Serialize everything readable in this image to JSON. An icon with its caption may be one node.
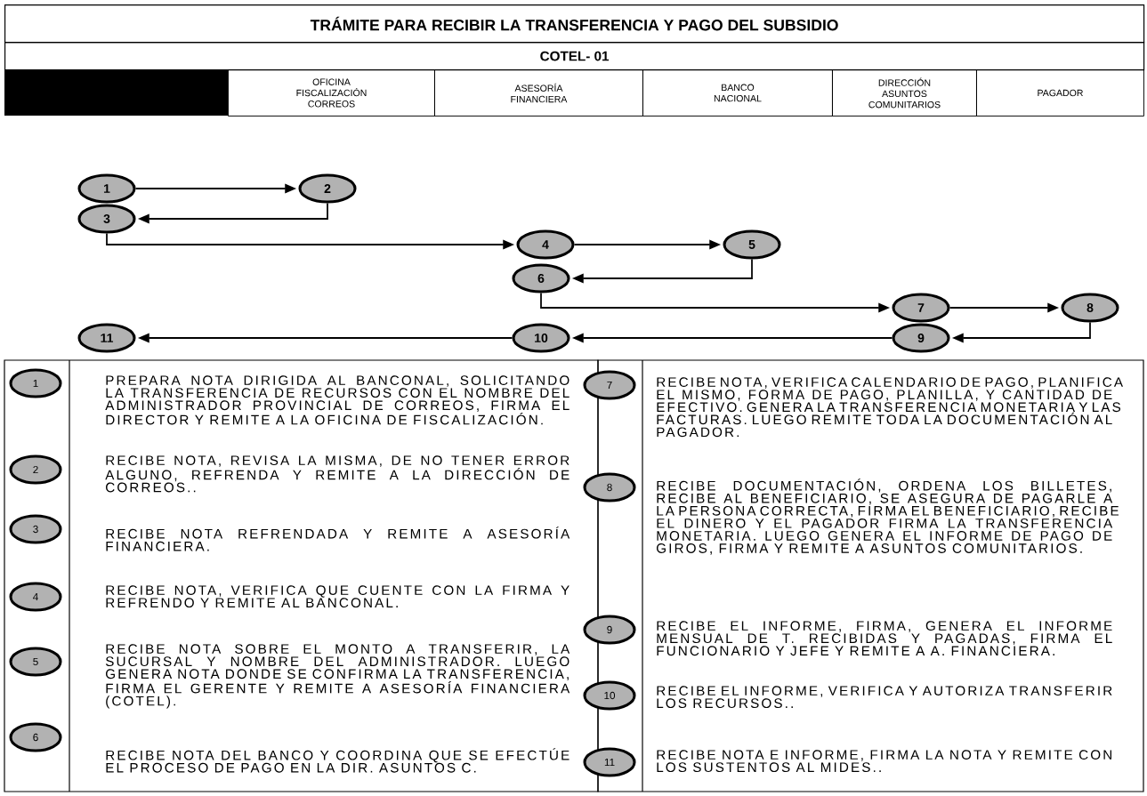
{
  "diagram": {
    "title": "TRÁMITE PARA RECIBIR LA TRANSFERENCIA Y PAGO DEL SUBSIDIO",
    "nodes": [
      {
        "text": [
          "1"
        ]
      },
      {
        "text": [
          "2"
        ]
      },
      {
        "text": [
          "3"
        ]
      },
      {
        "text": [
          "4"
        ]
      },
      {
        "text": [
          "5"
        ]
      },
      {
        "text": [
          "6"
        ]
      },
      {
        "text": [
          "7"
        ]
      },
      {
        "text": [
          "8"
        ]
      },
      {
        "text": [
          "9"
        ]
      },
      {
        "text": [
          "10"
        ]
      },
      {
        "text": [
          "11"
        ]
      },
      {
        "text": [
          "1"
        ]
      },
      {
        "text": [
          "2"
        ]
      },
      {
        "text": [
          "3"
        ]
      },
      {
        "text": [
          "4"
        ]
      },
      {
        "text": [
          "5"
        ]
      },
      {
        "text": [
          "6"
        ]
      },
      {
        "text": [
          "7"
        ]
      },
      {
        "text": [
          "8"
        ]
      },
      {
        "text": [
          "9"
        ]
      },
      {
        "text": [
          "10"
        ]
      },
      {
        "text": [
          "11"
        ]
      }
    ],
    "edges": [
      {
        "from": 0,
        "to": 1,
        "arrow": "to"
      },
      {
        "from": 1,
        "to": 2,
        "arrow": "to"
      },
      {
        "from": 2,
        "to": 3,
        "arrow": "to"
      },
      {
        "from": 3,
        "to": 4,
        "arrow": "to"
      },
      {
        "from": 4,
        "to": 5,
        "arrow": "to"
      },
      {
        "from": 5,
        "to": 6,
        "arrow": "to"
      },
      {
        "from": 6,
        "to": 7,
        "arrow": "to"
      },
      {
        "from": 7,
        "to": 8,
        "arrow": "to"
      },
      {
        "from": 8,
        "to": 9,
        "arrow": "to"
      },
      {
        "from": 9,
        "to": 10,
        "arrow": "to"
      }
    ],
    "labels": [
      "COTEL- 01",
      "OFICINA FISCALIZACIÓN CORREOS",
      "ASESORÍA FINANCIERA",
      "BANCO NACIONAL",
      "DIRECCIÓN ASUNTOS COMUNITARIOS",
      "PAGADOR",
      "PREPARA NOTA DIRIGIDA AL BANCONAL, SOLICITANDO LA TRANSFERENCIA DE RECURSOS CON EL NOMBRE DEL ADMINISTRADOR PROVINCIAL DE CORREOS, FIRMA EL DIRECTOR Y REMITE A LA OFICINA DE FISCALIZACIÓN.",
      "RECIBE NOTA, REVISA LA MISMA, DE NO TENER ERROR ALGUNO, REFRENDA Y REMITE A LA DIRECCIÓN DE CORREOS..",
      "RECIBE NOTA REFRENDADA Y REMITE A ASESORÍA FINANCIERA.",
      "RECIBE NOTA, VERIFICA QUE CUENTE CON LA FIRMA Y REFRENDO Y REMITE AL BANCONAL.",
      "RECIBE NOTA SOBRE EL MONTO A TRANSFERIR, LA SUCURSAL Y NOMBRE DEL ADMINISTRADOR. LUEGO GENERA NOTA DONDE SE CONFIRMA LA TRANSFERENCIA, FIRMA EL GERENTE Y REMITE A ASESORÍA FINANCIERA (COTEL).",
      "RECIBE NOTA DEL BANCO Y COORDINA QUE SE EFECTÚE EL PROCESO DE PAGO EN LA DIR. ASUNTOS C.",
      "RECIBE NOTA, VERIFICA CALENDARIO DE PAGO, PLANIFICA EL MISMO, FORMA DE PAGO, PLANILLA, Y CANTIDAD DE EFECTIVO. GENERA LA TRANSFERENCIA MONETARIA Y LAS FACTURAS. LUEGO REMITE TODA LA DOCUMENTACIÓN AL PAGADOR.",
      "RECIBE DOCUMENTACIÓN, ORDENA LOS BILLETES, RECIBE AL BENEFICIARIO, SE ASEGURA DE PAGARLE A LA PERSONA CORRECTA, FIRMA EL BENEFICIARIO, RECIBE EL DINERO Y EL PAGADOR FIRMA LA TRANSFERENCIA MONETARIA. LUEGO GENERA EL INFORME DE PAGO DE GIROS, FIRMA Y REMITE A ASUNTOS COMUNITARIOS.",
      "RECIBE EL INFORME, FIRMA, GENERA EL INFORME MENSUAL DE T. RECIBIDAS Y PAGADAS, FIRMA EL FUNCIONARIO Y JEFE Y REMITE A A. FINANCIERA.",
      "RECIBE EL INFORME, VERIFICA Y AUTORIZA TRANSFERIR LOS RECURSOS..",
      "RECIBE NOTA E INFORME, FIRMA LA NOTA Y REMITE CON LOS SUSTENTOS AL MIDES.."
    ]
  }
}
